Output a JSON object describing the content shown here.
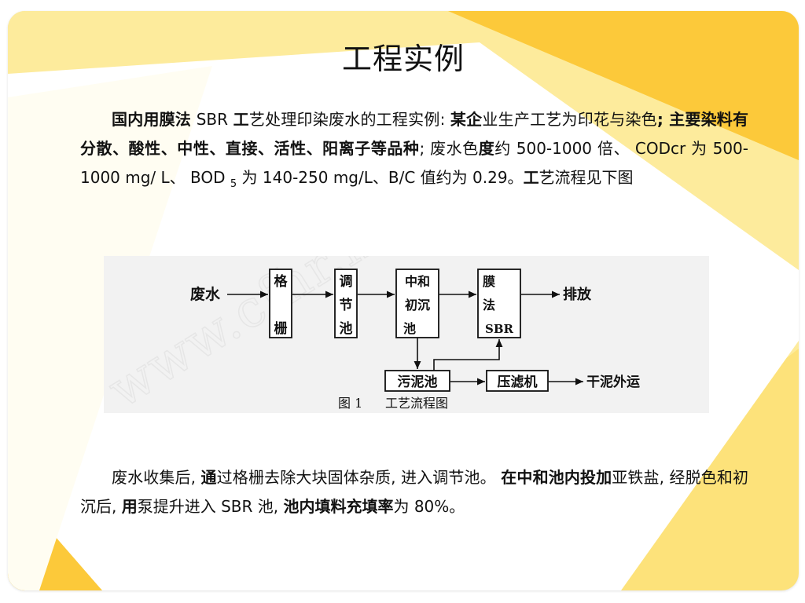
{
  "slide": {
    "title": "工程实例",
    "paragraph1": {
      "p1": "国内用膜法",
      "p2": " SBR ",
      "p3": "工",
      "p4": "艺处理印染废水的工程实例: ",
      "p5": "某企",
      "p6": "业生产工艺为印花与染色",
      "p7": "; ",
      "p8": "主要染料有分散、酸性、中性、直接、活性、阳离子等品种",
      "p9": "; 废水色",
      "p10": "度",
      "p11": "约 500-1000 倍、 CODcr 为 500-1000 mg/ L、 BOD ",
      "p12": "5",
      "p13": " 为 140-250 mg/L、B/C 值约为 0.29。",
      "p14": "工",
      "p15": "艺流程见下图"
    },
    "paragraph2": {
      "p1": "废水收集后, ",
      "p2": "通",
      "p3": "过格栅去除大块固体杂质, 进入调节池。 ",
      "p4": "在中和池内投加",
      "p5": "亚铁盐, 经脱色和初沉后, ",
      "p6": "用",
      "p7": "泵提升进入 SBR 池, ",
      "p8": "池内填料充填率",
      "p9": "为 80%。"
    }
  },
  "flow": {
    "inlet": "废水",
    "grille": [
      "格",
      "栅"
    ],
    "adjust": [
      "调",
      "节",
      "池"
    ],
    "neutral": [
      "中和",
      "初沉",
      "池"
    ],
    "membrane": [
      "膜",
      "法",
      "SBR"
    ],
    "discharge": "排放",
    "sludge_tank": "污泥池",
    "filter_press": "压滤机",
    "dry_sludge": "干泥外运",
    "caption_num": "图 1",
    "caption": "工艺流程图",
    "watermark": "www.cfhr.net"
  },
  "colors": {
    "slide_bg": "#fde27a",
    "accent_deep": "#fcc93a",
    "diagram_bg": "#f2f2f2"
  }
}
